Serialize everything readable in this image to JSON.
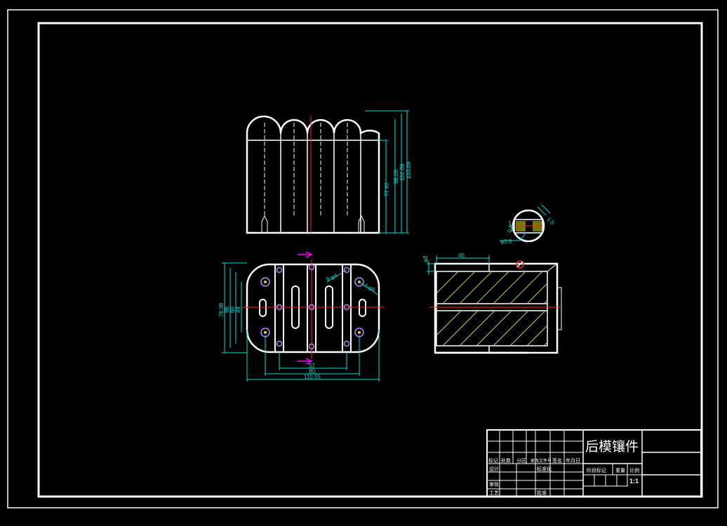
{
  "title_block": {
    "part_name": "后模镶件",
    "scale": "1:1",
    "row_labels": [
      "标记",
      "处数",
      "分区",
      "更改文件号",
      "签名",
      "年月日"
    ],
    "design_label": "设计",
    "standard_label": "标准化",
    "check_label": "审核",
    "process_label": "工艺",
    "approve_label": "批准",
    "stage_label": "阶段标记",
    "weight_label": "重量",
    "ratio_label": "比例"
  },
  "front_view": {
    "dims": [
      "77.97",
      "95.05",
      "102.09",
      "103.09"
    ]
  },
  "plan_view": {
    "dims_left": [
      "76.38",
      "66",
      "60",
      "44"
    ],
    "dims_bottom": [
      "57",
      "80",
      "110.55"
    ],
    "note_1": "9-φ4",
    "note_2": "4-φ6"
  },
  "section_view": {
    "dim_top": "45",
    "dim_left": "φ8"
  },
  "detail_view": {
    "dim_1": "1.5",
    "dim_2": "0.8",
    "dim_3": "φ0.5"
  },
  "colors": {
    "background": "#000000",
    "outline": "#ffffff",
    "dimension": "#00e0e0",
    "centerline": "#ff2020",
    "hatch": "#d8d800",
    "section_arrow": "#ff00ff"
  }
}
